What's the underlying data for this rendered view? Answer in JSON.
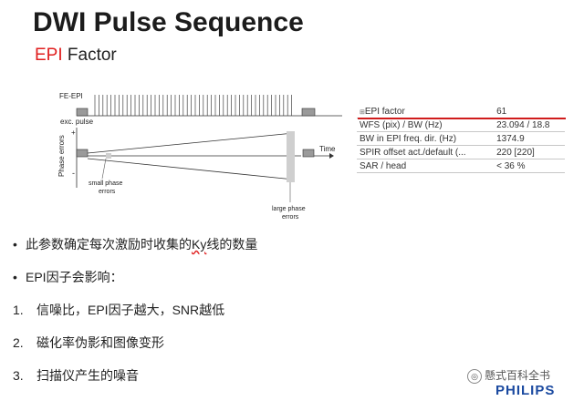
{
  "slide": {
    "title": "DWI Pulse Sequence",
    "subtitle_red": "EPI",
    "subtitle_rest": " Factor"
  },
  "diagram": {
    "fe_epi_label": "FE-EPI",
    "exc_pulse_label": "exc. pulse",
    "phase_errors_label": "Phase errors",
    "plus_label": "+",
    "minus_label": "-",
    "time_label": "Time",
    "small_errors_line1": "small phase",
    "small_errors_line2": "errors",
    "large_errors_line1": "large phase",
    "large_errors_line2": "errors"
  },
  "params": [
    {
      "label": "EPI factor",
      "value": "61"
    },
    {
      "label": "WFS (pix) / BW (Hz)",
      "value": "23.094 / 18.8"
    },
    {
      "label": "BW in EPI freq. dir. (Hz)",
      "value": "1374.9"
    },
    {
      "label": "SPIR offset act./default (...",
      "value": "220 [220]"
    },
    {
      "label": "SAR / head",
      "value": "< 36 %"
    }
  ],
  "content": {
    "bullet1_pre": "此参数确定每次激励时收集的",
    "bullet1_ky": "Ky",
    "bullet1_post": "线的数量",
    "bullet2": "EPI因子会影响：",
    "items": [
      {
        "num": "1.",
        "text": "信噪比，EPI因子越大，SNR越低"
      },
      {
        "num": "2.",
        "text": "磁化率伪影和图像变形"
      },
      {
        "num": "3.",
        "text": "扫描仪产生的噪音"
      }
    ]
  },
  "watermark": {
    "text": "懸式百科全书",
    "logo": "PHILIPS"
  }
}
